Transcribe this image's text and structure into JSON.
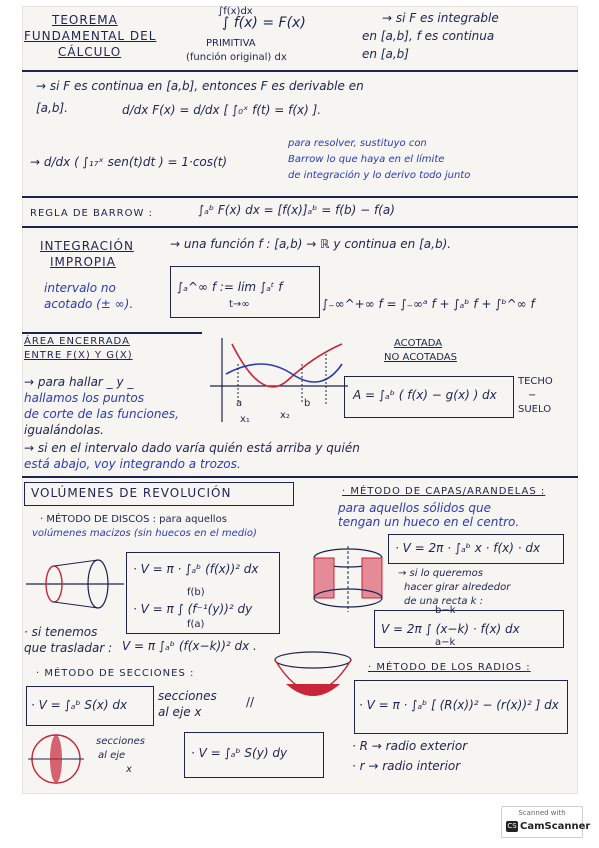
{
  "notes": {
    "title_line1": "TEOREMA",
    "title_line2": "FUNDAMENTAL DEL",
    "title_line3": "CÁLCULO",
    "ftc_formula": "∫ f(x) = F(x)",
    "ftc_top": "∫f(x)dx",
    "primitiva": "PRIMITIVA",
    "funcion_original": "(función original) dx",
    "cond1": "→ si F es integrable",
    "cond2": "en [a,b], f es continua",
    "cond3": "en [a,b]",
    "deriv_line1": "→ si F es continua en [a,b], entonces F es derivable en",
    "deriv_line2": "[a,b].",
    "deriv_formula": "d/dx F(x) = d/dx [ ∫₀ˣ f(t) = f(x) ].",
    "barrow_example": "→ d/dx ( ∫₁₇ˣ sen(t)dt ) = 1·cos(t)",
    "barrow_note1": "para resolver, sustituyo con",
    "barrow_note2": "Barrow lo que haya en el límite",
    "barrow_note3": "de integración y lo derivo todo junto",
    "regla_label": "REGLA DE BARROW :",
    "regla_formula": "∫ₐᵇ F(x) dx = [f(x)]ₐᵇ = f(b) − f(a)",
    "impropia_title1": "INTEGRACIÓN",
    "impropia_title2": "IMPROPIA",
    "impropia_def": "→ una función f : [a,b) → ℝ y continua en [a,b).",
    "intervalo1": "intervalo no",
    "intervalo2": "acotado (± ∞).",
    "limite_formula": "∫ₐ^∞ f := lim  ∫ₐᵗ f",
    "limite_sub": "t→∞",
    "split_formula": "∫₋∞^+∞ f = ∫₋∞ᵃ f + ∫ₐᵇ f + ∫ᵇ^∞ f",
    "acotada": "ACOTADA",
    "no_acotadas": "NO ACOTADAS",
    "area_title1": "ÁREA ENCERRADA",
    "area_title2": "ENTRE F(X) Y G(X)",
    "area_text1": "→ para hallar _ y _",
    "area_text2": "hallamos los puntos",
    "area_text3": "de corte de las funciones,",
    "area_text4": "igualándolas.",
    "axis_a": "a",
    "axis_b": "b",
    "axis_x1": "x₁",
    "axis_x2": "x₂",
    "area_formula": "A = ∫ₐᵇ ( f(x) − g(x) ) dx",
    "techo": "TECHO",
    "dash": "−",
    "suelo": "SUELO",
    "trozos1": "→ si en el intervalo dado varía quién está arriba y quién",
    "trozos2": "está abajo, voy integrando a trozos.",
    "volumenes": "VOLÚMENES DE REVOLUCIÓN",
    "capas_title": "· MÉTODO DE CAPAS/ARANDELAS :",
    "capas_text1": "para aquellos sólidos que",
    "capas_text2": "tengan un hueco en el centro.",
    "capas_formula": "· V = 2π · ∫ₐᵇ x · f(x) · dx",
    "capas_note1": "→ si lo queremos",
    "capas_note2": "hacer girar alrededor",
    "capas_note3": "de una recta k :",
    "capas_k_formula": "V = 2π  ∫ (x−k) · f(x) dx",
    "capas_k_top": "b−k",
    "capas_k_bot": "a−k",
    "discos_title": "· MÉTODO DE DISCOS : para aquellos",
    "discos_text": "volúmenes macizos (sin huecos en el medio)",
    "discos_f1": "· V = π · ∫ₐᵇ (f(x))² dx",
    "discos_f2": "· V = π ∫ (f⁻¹(y))² dy",
    "discos_f2_top": "f(b)",
    "discos_f2_bot": "f(a)",
    "si_tenemos1": "· si tenemos",
    "si_tenemos2": "que trasladar :",
    "trasladar_formula": "V = π ∫ₐᵇ (f(x−k))² dx .",
    "secciones_title": "· MÉTODO DE SECCIONES :",
    "secciones_f1": "· V = ∫ₐᵇ S(x) dx",
    "secciones_n1": "secciones",
    "secciones_n2": "al eje x",
    "slash": "//",
    "radios_title": "· MÉTODO DE LOS RADIOS :",
    "radios_formula": "· V = π · ∫ₐᵇ [ (R(x))² − (r(x))² ] dx",
    "secc_y1": "secciones",
    "secc_y2": "al eje",
    "secc_y3": "x",
    "secciones_f2": "· V = ∫ₐᵇ S(y) dy",
    "R_def": "· R → radio exterior",
    "r_def": "· r → radio interior"
  },
  "badge": {
    "scanned": "Scanned with",
    "brand": "CamScanner",
    "logo": "CS"
  },
  "colors": {
    "ink": "#1d2452",
    "blue": "#2a3bb8",
    "red": "#c8243a"
  }
}
